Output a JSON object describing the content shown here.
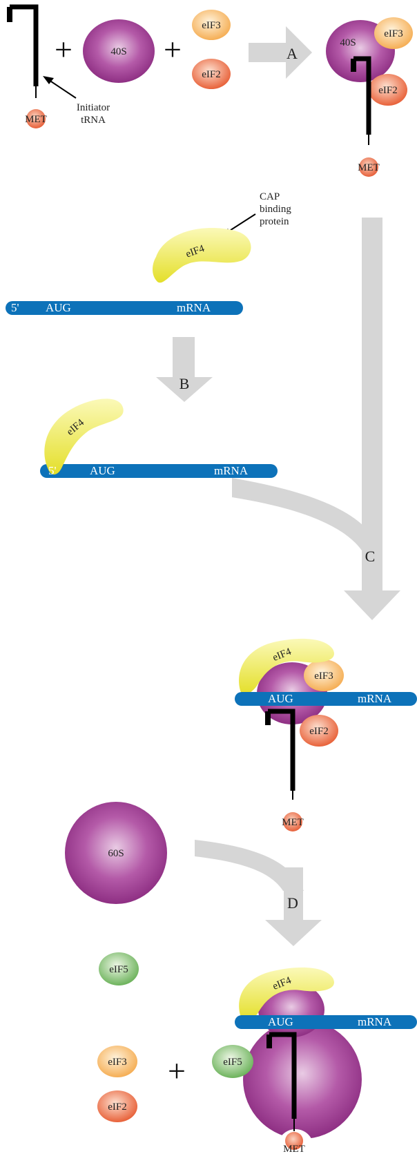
{
  "labels": {
    "ribosome_40s": "40S",
    "ribosome_60s": "60S",
    "eif3": "eIF3",
    "eif2": "eIF2",
    "eif4": "eIF4",
    "eif5": "eIF5",
    "met": "MET",
    "initiator_trna_line1": "Initiator",
    "initiator_trna_line2": "tRNA",
    "cap_binding_line1": "CAP",
    "cap_binding_line2": "binding",
    "cap_binding_line3": "protein",
    "five_prime": "5'",
    "aug": "AUG",
    "mrna": "mRNA",
    "plus": "+"
  },
  "steps": {
    "a": "A",
    "b": "B",
    "c": "C",
    "d": "D"
  },
  "colors": {
    "ribosome": "#9b3c8e",
    "ribosome_light": "#e6c6e0",
    "eif3": "#f8bb6a",
    "eif2": "#ec6f44",
    "eif4": "#e9e43a",
    "eif5": "#7cbd6a",
    "met": "#ec6f44",
    "mrna": "#0d72b9",
    "trna": "#000000",
    "arrow": "#d6d6d6"
  }
}
